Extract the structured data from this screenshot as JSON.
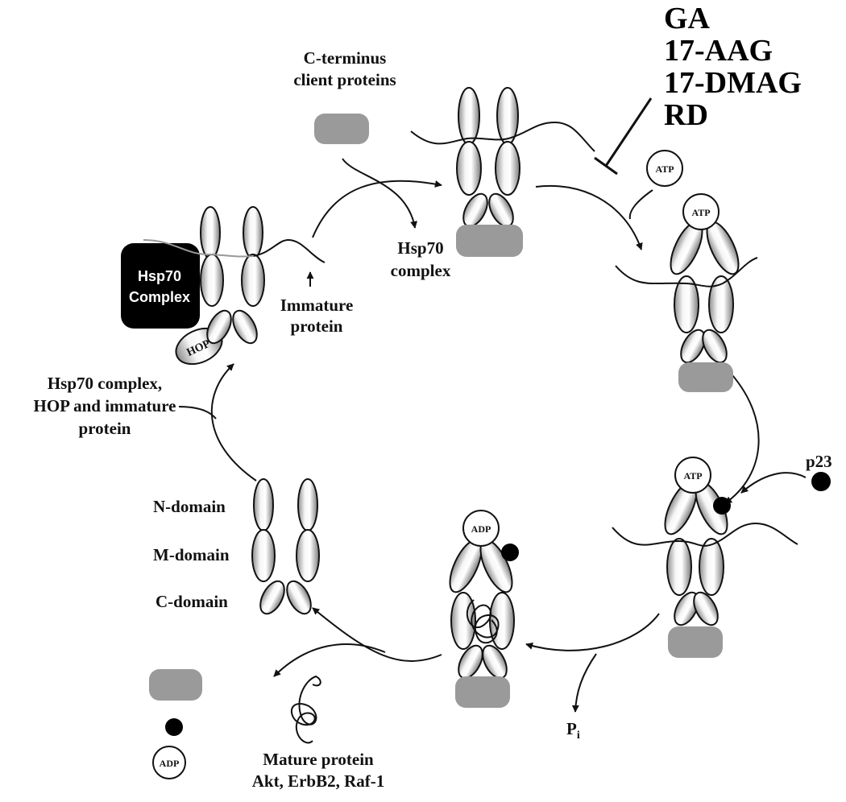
{
  "inhibitors": [
    "GA",
    "17-AAG",
    "17-DMAG",
    "RD"
  ],
  "labels": {
    "c_terminus_line1": "C-terminus",
    "c_terminus_line2": "client proteins",
    "hsp70_complex_line1": "Hsp70",
    "hsp70_complex_line2": "complex",
    "immature_line1": "Immature",
    "immature_line2": "protein",
    "hsp70_box_line1": "Hsp70",
    "hsp70_box_line2": "Complex",
    "hop": "HOP",
    "hsp70_hop_line1": "Hsp70 complex,",
    "hsp70_hop_line2": "HOP and immature",
    "hsp70_hop_line3": "protein",
    "n_domain": "N-domain",
    "m_domain": "M-domain",
    "c_domain": "C-domain",
    "p23": "p23",
    "pi_main": "P",
    "pi_sub": "i",
    "mature_line1": "Mature protein",
    "mature_line2": "Akt, ErbB2, Raf-1"
  },
  "nucleotides": {
    "atp_free": "ATP",
    "atp_bound_1": "ATP",
    "atp_bound_2": "ATP",
    "adp_bound": "ADP",
    "adp_free": "ADP"
  },
  "colors": {
    "client_protein": "#9a9a9a",
    "hsp70_box": "#000000",
    "p23": "#000000"
  }
}
